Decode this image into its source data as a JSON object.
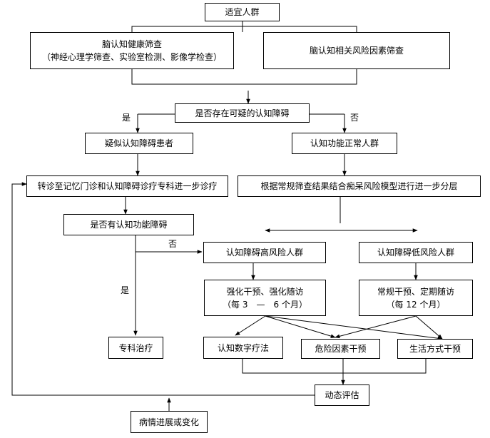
{
  "nodes": {
    "suitable_population": "适宜人群",
    "brain_health_screening": "脑认知健康筛查",
    "brain_health_screening_detail": "（神经心理学筛查、实验室检测、影像学检查）",
    "risk_factor_screening": "脑认知相关风险因素筛查",
    "suspected_impairment_question": "是否存在可疑的认知障碍",
    "suspected_patients": "疑似认知障碍患者",
    "normal_population": "认知功能正常人群",
    "referral": "转诊至记忆门诊和认知障碍诊疗专科进一步诊疗",
    "stratification": "根据常规筛查结果结合痴呆风险模型进行进一步分层",
    "has_impairment_question": "是否有认知功能障碍",
    "high_risk": "认知障碍高风险人群",
    "low_risk": "认知障碍低风险人群",
    "intensive_intervention": "强化干预、强化随访",
    "intensive_interval": "（每 3　—　6 个月）",
    "routine_intervention": "常规干预、定期随访",
    "routine_interval": "（每 12 个月）",
    "specialist_treatment": "专科治疗",
    "digital_therapy": "认知数字疗法",
    "risk_factor_intervention": "危险因素干预",
    "lifestyle_intervention": "生活方式干预",
    "dynamic_assessment": "动态评估",
    "disease_progression": "病情进展或变化"
  },
  "edge_labels": {
    "yes_1": "是",
    "no_1": "否",
    "no_2": "否",
    "yes_2": "是"
  }
}
